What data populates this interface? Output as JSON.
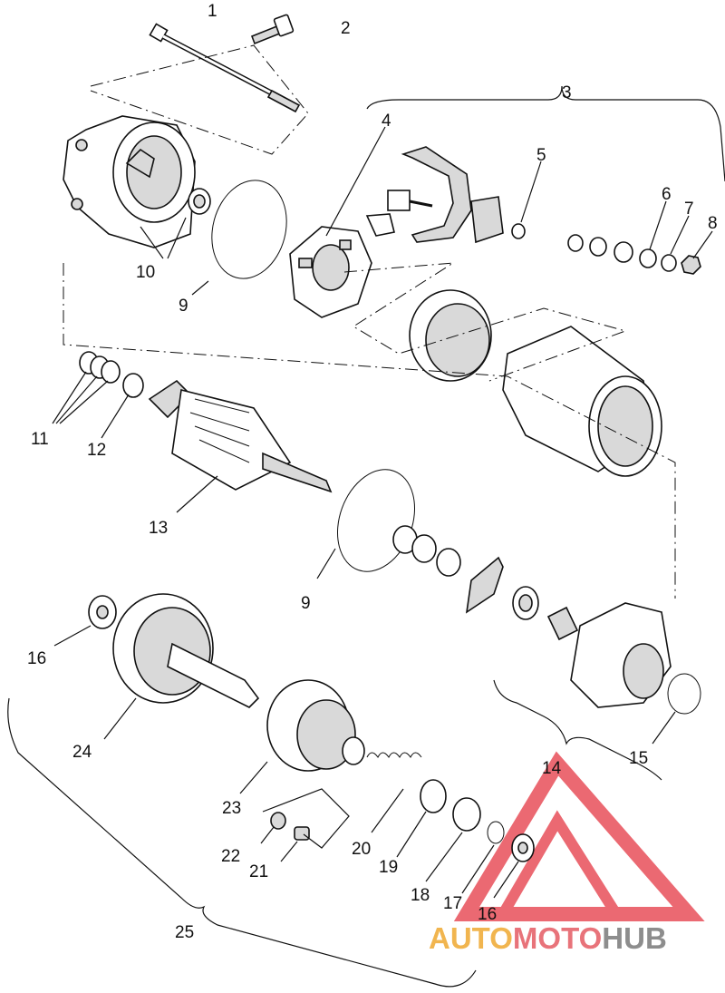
{
  "callouts": {
    "c1": "1",
    "c2": "2",
    "c3": "3",
    "c4": "4",
    "c5": "5",
    "c6": "6",
    "c7": "7",
    "c8": "8",
    "c9a": "9",
    "c9b": "9",
    "c10": "10",
    "c11": "11",
    "c12": "12",
    "c13": "13",
    "c14": "14",
    "c15": "15",
    "c16a": "16",
    "c16b": "16",
    "c17": "17",
    "c18": "18",
    "c19": "19",
    "c20": "20",
    "c21": "21",
    "c22": "22",
    "c23": "23",
    "c24": "24",
    "c25": "25"
  },
  "watermark": {
    "part1": "AUTO",
    "part2": "MOTO",
    "part3": "HUB",
    "colors": {
      "auto": "#f1b54f",
      "moto": "#e8737a",
      "hub": "#8d8d8d",
      "logo": "#e8505a"
    }
  }
}
